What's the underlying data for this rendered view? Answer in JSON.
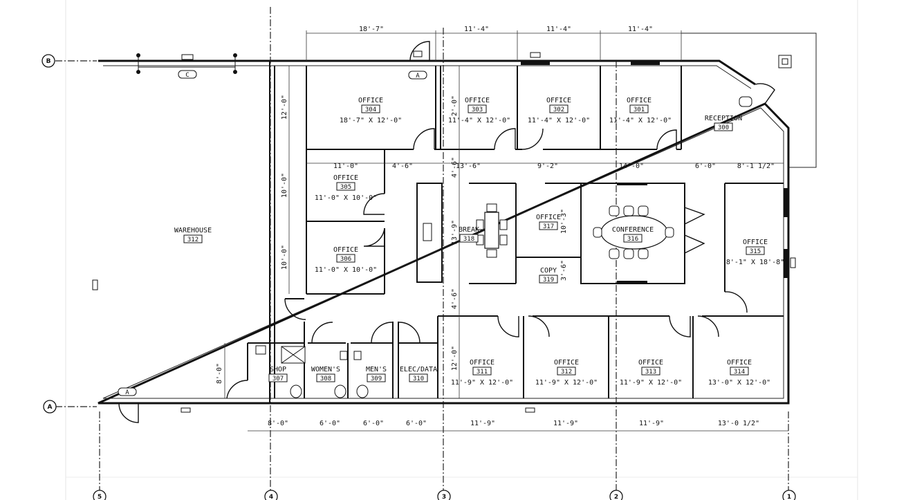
{
  "rooms": {
    "warehouse": {
      "name": "WAREHOUSE",
      "number": "312"
    },
    "r304": {
      "name": "OFFICE",
      "number": "304",
      "size": "18'-7\" X 12'-0\""
    },
    "r303": {
      "name": "OFFICE",
      "number": "303",
      "size": "11'-4\" X 12'-0\""
    },
    "r302": {
      "name": "OFFICE",
      "number": "302",
      "size": "11'-4\" X 12'-0\""
    },
    "r301": {
      "name": "OFFICE",
      "number": "301",
      "size": "11'-4\" X 12'-0\""
    },
    "r300": {
      "name": "RECEPTION",
      "number": "300"
    },
    "r305": {
      "name": "OFFICE",
      "number": "305",
      "size": "11'-0\" X 10'-0\""
    },
    "r306": {
      "name": "OFFICE",
      "number": "306",
      "size": "11'-0\" X 10'-0\""
    },
    "r318": {
      "name": "BREAK",
      "number": "318"
    },
    "r317": {
      "name": "OFFICE",
      "number": "317"
    },
    "r319": {
      "name": "COPY",
      "number": "319"
    },
    "r316": {
      "name": "CONFERENCE",
      "number": "316"
    },
    "r315": {
      "name": "OFFICE",
      "number": "315",
      "size": "8'-1\" X 18'-8\""
    },
    "r307": {
      "name": "SHOP",
      "number": "307"
    },
    "r308": {
      "name": "WOMEN'S",
      "number": "308"
    },
    "r309": {
      "name": "MEN'S",
      "number": "309"
    },
    "r310": {
      "name": "ELEC/DATA",
      "number": "310"
    },
    "r311": {
      "name": "OFFICE",
      "number": "311",
      "size": "11'-9\" X 12'-0\""
    },
    "r312": {
      "name": "OFFICE",
      "number": "312",
      "size": "11'-9\" X 12'-0\""
    },
    "r313": {
      "name": "OFFICE",
      "number": "313",
      "size": "11'-9\" X 12'-0\""
    },
    "r314": {
      "name": "OFFICE",
      "number": "314",
      "size": "13'-0\" X 12'-0\""
    }
  },
  "dims": {
    "top1": "18'-7\"",
    "top2": "11'-4\"",
    "top3": "11'-4\"",
    "top4": "11'-4\"",
    "bot1": "8'-0\"",
    "bot2": "6'-0\"",
    "bot3": "6'-0\"",
    "bot4": "6'-0\"",
    "bot5": "11'-9\"",
    "bot6": "11'-9\"",
    "bot7": "11'-9\"",
    "bot8": "13'-0 1/2\"",
    "mid1": "11'-0\"",
    "mid2": "4'-6\"",
    "mid3": "13'-6\"",
    "mid4": "9'-2\"",
    "mid5": "14'-0\"",
    "mid6": "6'-0\"",
    "mid7": "8'-1 1/2\"",
    "v_12a": "12'-0\"",
    "v_10a": "10'-0\"",
    "v_10b": "10'-0\"",
    "v_12b": "2'-0\"",
    "v_46a": "4'-6\"",
    "v_139": "13'-9\"",
    "v_46b": "4'-6\"",
    "v_12c": "12'-0\"",
    "v_103": "10'-3\"",
    "v_36": "3'-6\"",
    "v_8": "8'-0\""
  },
  "grid": {
    "row_b": "B",
    "row_a": "A",
    "col5": "5",
    "col4": "4",
    "col3": "3",
    "col2": "2",
    "col1": "1"
  },
  "door_tags": {
    "c": "C",
    "a_top": "A",
    "a_bottom": "A"
  }
}
